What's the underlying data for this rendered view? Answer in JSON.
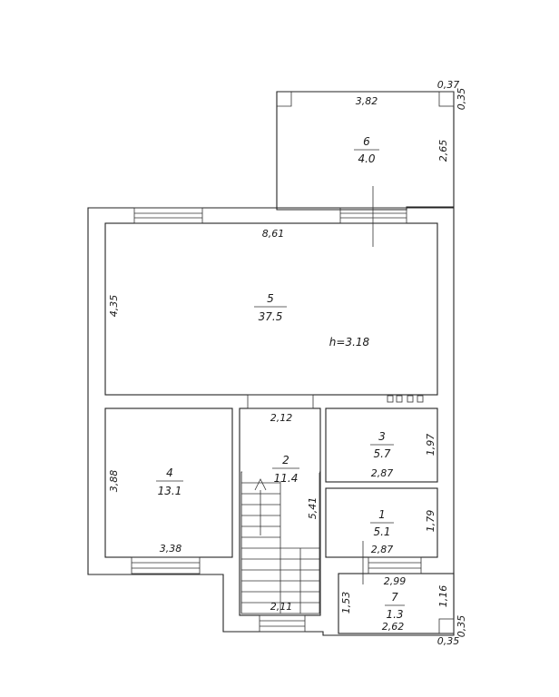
{
  "rooms": {
    "r1": {
      "number": "1",
      "area": "5.1"
    },
    "r2": {
      "number": "2",
      "area": "11.4"
    },
    "r3": {
      "number": "3",
      "area": "5.7"
    },
    "r4": {
      "number": "4",
      "area": "13.1"
    },
    "r5": {
      "number": "5",
      "area": "37.5"
    },
    "r6": {
      "number": "6",
      "area": "4.0"
    },
    "r7": {
      "number": "7",
      "area": "1.3"
    }
  },
  "height_label": "h=3.18",
  "dimensions": {
    "d_382": "3,82",
    "d_037": "0,37",
    "d_035_top": "0,35",
    "d_265": "2,65",
    "d_861": "8,61",
    "d_435": "4,35",
    "d_212": "2,12",
    "d_197": "1,97",
    "d_287_a": "2,87",
    "d_388": "3,88",
    "d_541": "5,41",
    "d_179": "1,79",
    "d_287_b": "2,87",
    "d_338": "3,38",
    "d_299": "2,99",
    "d_153": "1,53",
    "d_116": "1,16",
    "d_211": "2,11",
    "d_262": "2,62",
    "d_035_right": "0,35",
    "d_035_bottom": "0,35"
  }
}
